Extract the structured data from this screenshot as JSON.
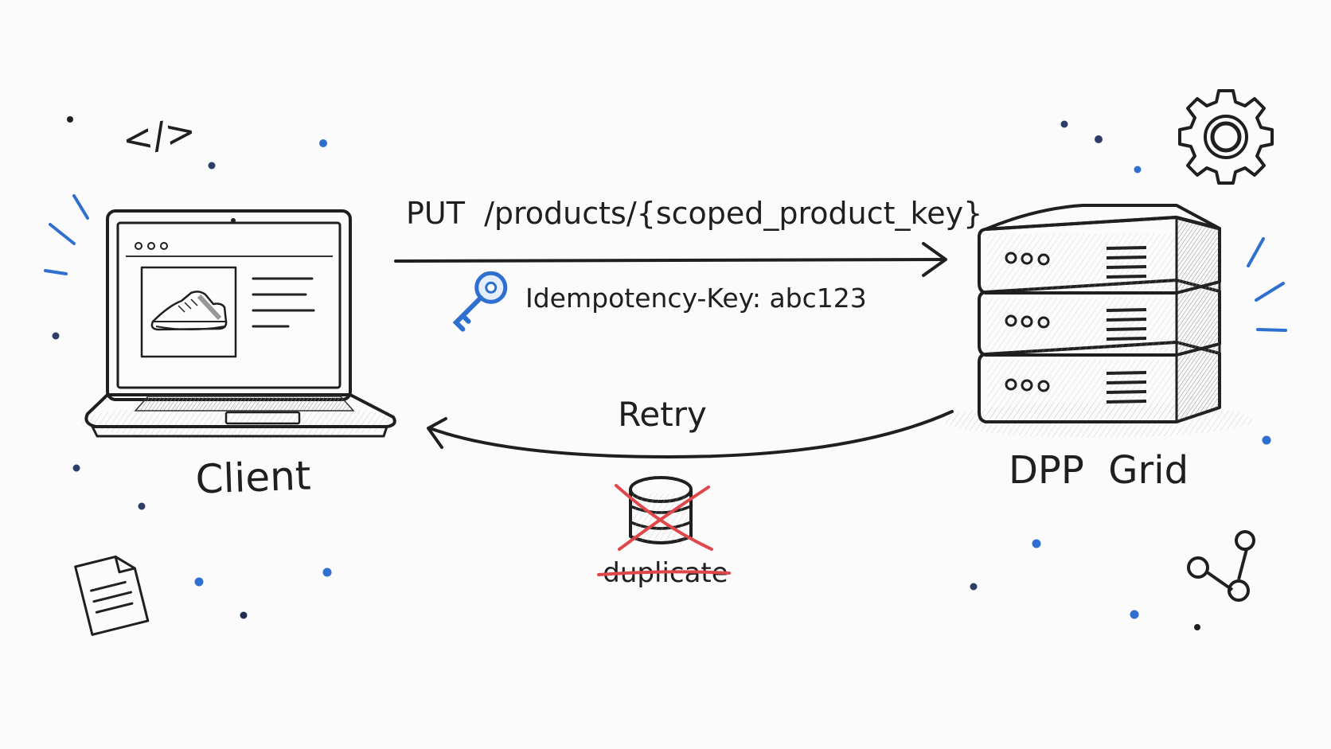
{
  "diagram": {
    "request": {
      "label": "PUT  /products/{scoped_product_key}",
      "header": "Idempotency-Key: abc123"
    },
    "retry": {
      "label": "Retry"
    },
    "duplicate": {
      "label": "duplicate"
    },
    "nodes": {
      "client": {
        "label": "Client"
      },
      "server": {
        "label": "DPP  Grid"
      }
    },
    "code_symbol": "</>",
    "colors": {
      "ink": "#1f1f1f",
      "accent_blue": "#2f6fd0",
      "strike_red": "#e0474a",
      "background": "#fbfbfb"
    },
    "icons": [
      "laptop-icon",
      "sneaker-icon",
      "server-stack-icon",
      "key-icon",
      "database-icon",
      "gear-icon",
      "document-icon",
      "network-nodes-icon",
      "code-icon"
    ]
  }
}
